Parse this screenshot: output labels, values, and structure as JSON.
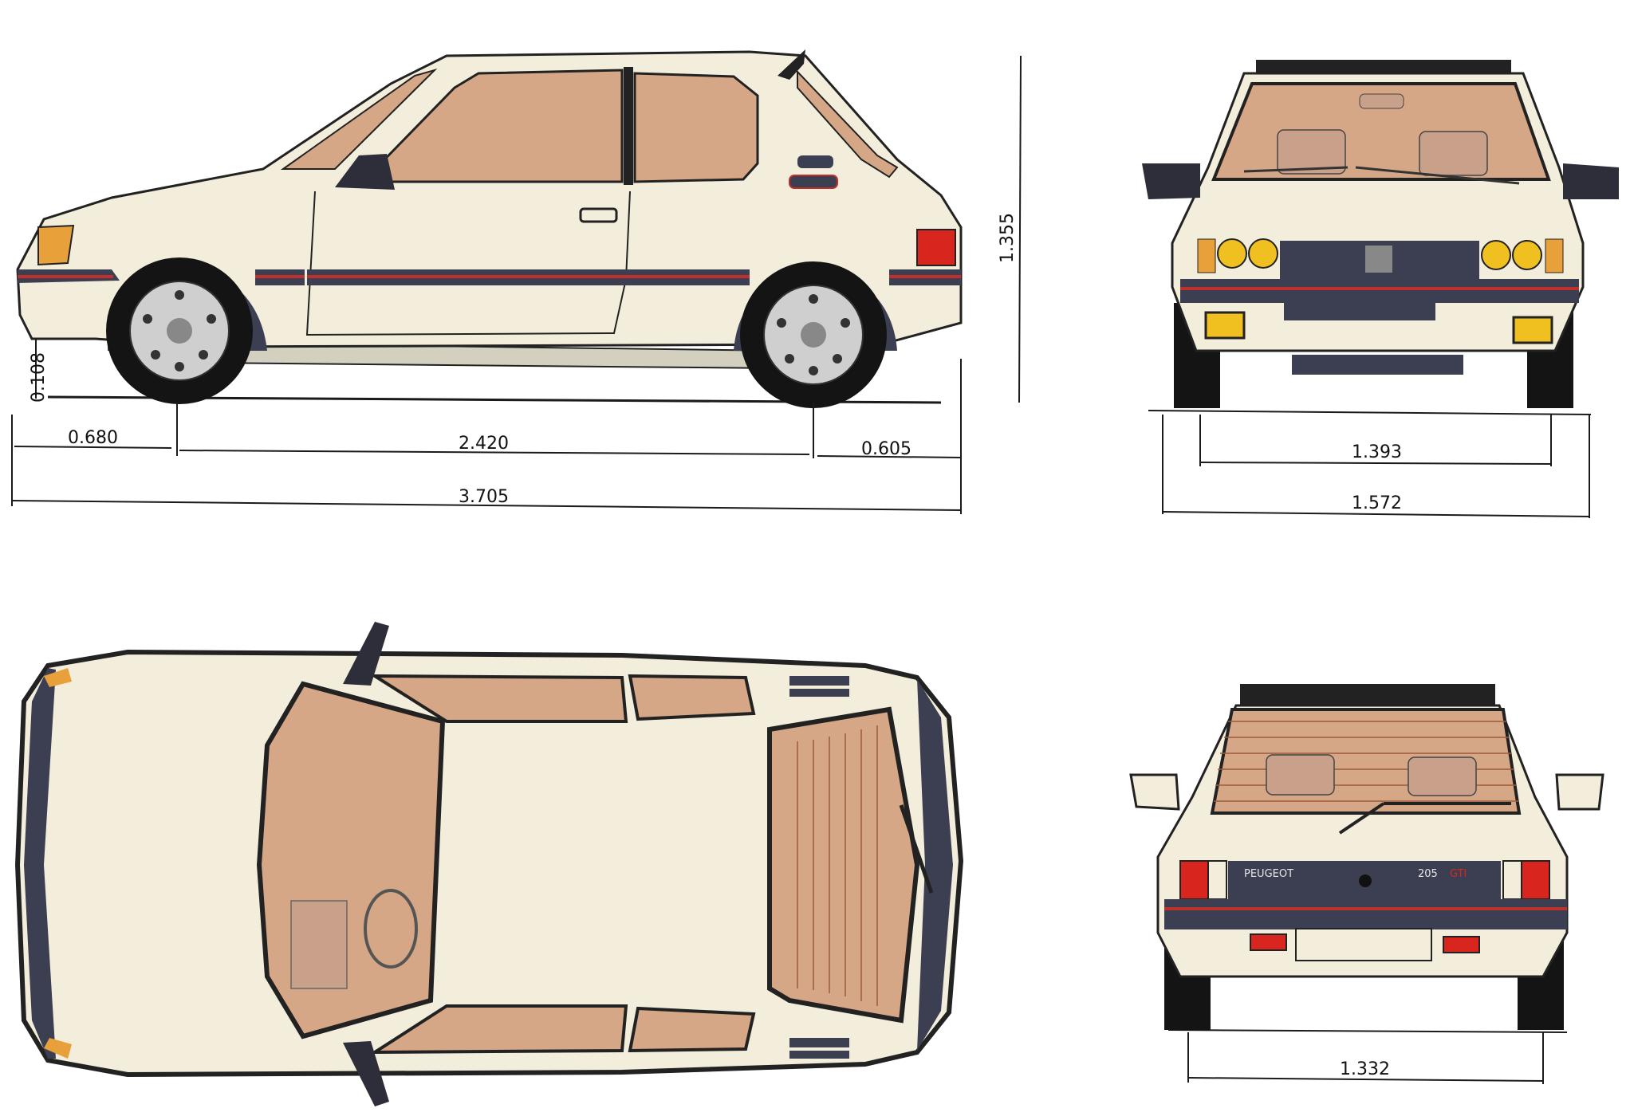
{
  "colors": {
    "body": "#f3eedc",
    "glass": "#d6a786",
    "trim": "#3c3f52",
    "stripe": "#c0302a",
    "tyre": "#141414",
    "wheel": "#cfcfcf",
    "amber": "#e8a03a",
    "yellow": "#f0c020",
    "taillight": "#d8261e"
  },
  "badges": {
    "brand": "PEUGEOT",
    "model": "205",
    "trim": "GTI"
  },
  "dimensions": {
    "side_front_overhang": "0.680",
    "side_wheelbase": "2.420",
    "side_rear_overhang": "0.605",
    "side_total_length": "3.705",
    "side_height": "1.355",
    "side_ground_clearance": "0.108",
    "front_track": "1.393",
    "front_width": "1.572",
    "rear_track": "1.332"
  }
}
